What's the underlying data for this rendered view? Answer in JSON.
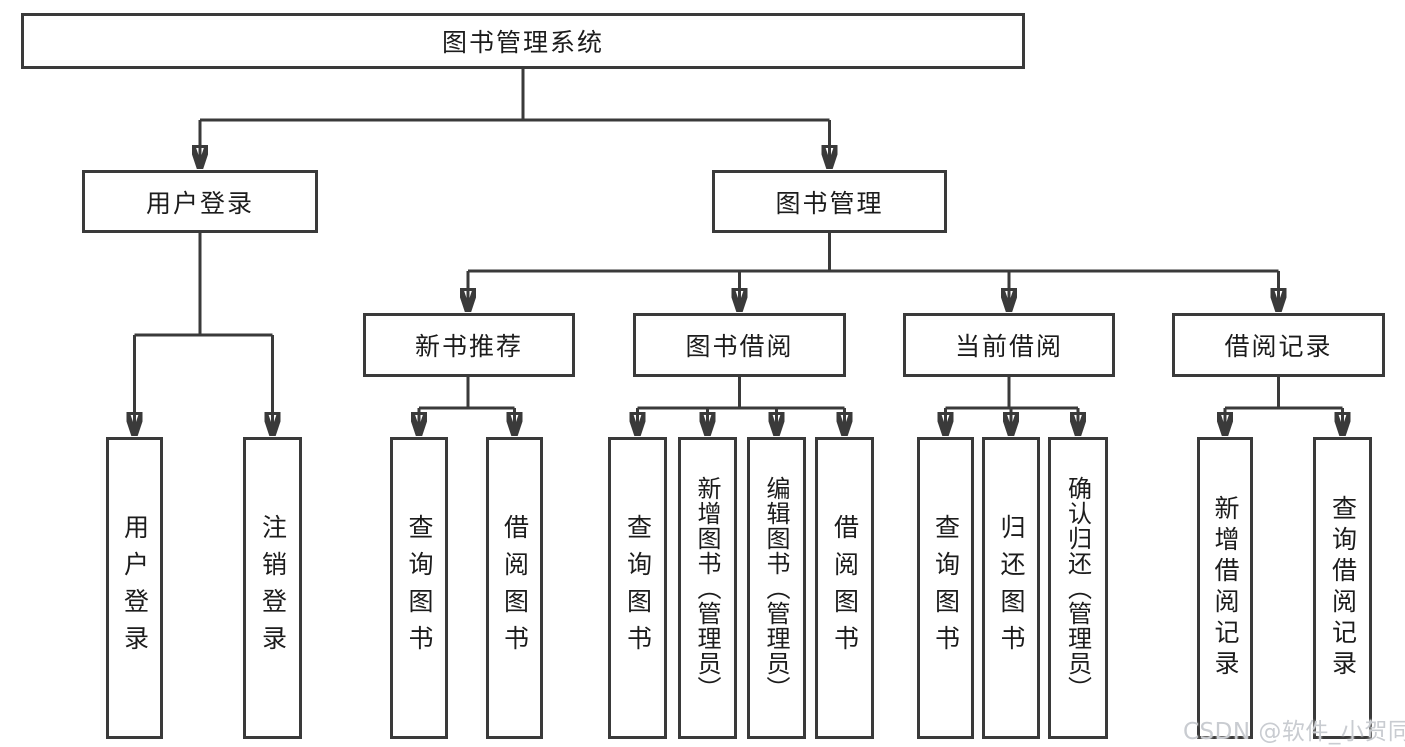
{
  "diagram": {
    "root": {
      "label": "图书管理系统"
    },
    "level2": [
      "用户登录",
      "图书管理"
    ],
    "level3": [
      "新书推荐",
      "图书借阅",
      "当前借阅",
      "借阅记录"
    ],
    "leaves": {
      "login": [
        "用户登录",
        "注销登录"
      ],
      "recommend": [
        "查询图书",
        "借阅图书"
      ],
      "borrow": [
        "查询图书",
        "新增图书（管理员）",
        "编辑图书（管理员）",
        "借阅图书"
      ],
      "current": [
        "查询图书",
        "归还图书",
        "确认归还（管理员）"
      ],
      "records": [
        "新增借阅记录",
        "查询借阅记录"
      ]
    }
  },
  "watermark": {
    "text": "CSDN @软件_小贺同学"
  },
  "colors": {
    "line": "#3a3a3a",
    "text": "#1c1c1c",
    "background": "#ffffff",
    "watermark": "#c9ccd1"
  }
}
